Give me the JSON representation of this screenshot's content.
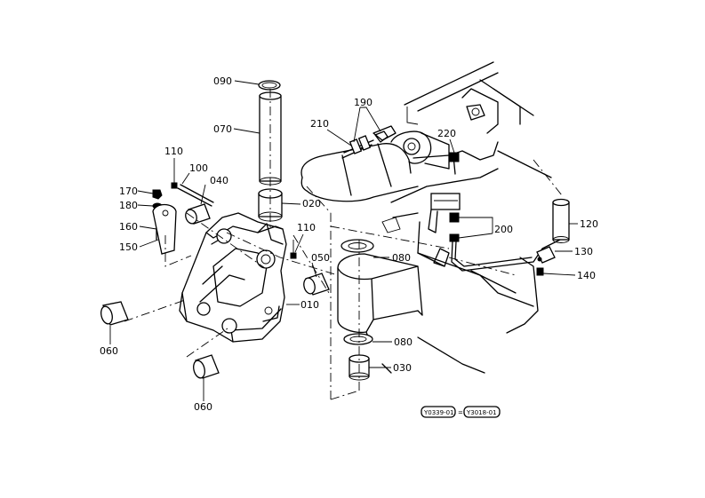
{
  "labels": {
    "p090": "090",
    "p070": "070",
    "p020": "020",
    "p110a": "110",
    "p110b": "110",
    "p100": "100",
    "p040": "040",
    "p170": "170",
    "p180": "180",
    "p160": "160",
    "p150": "150",
    "p060a": "060",
    "p060b": "060",
    "p050": "050",
    "p010": "010",
    "p080a": "080",
    "p080b": "080",
    "p030": "030",
    "p190": "190",
    "p210": "210",
    "p220": "220",
    "p200": "200",
    "p120": "120",
    "p130": "130",
    "p140": "140"
  },
  "references": {
    "left": "Y0339-01",
    "right": "Y3018-01",
    "separator": "="
  }
}
